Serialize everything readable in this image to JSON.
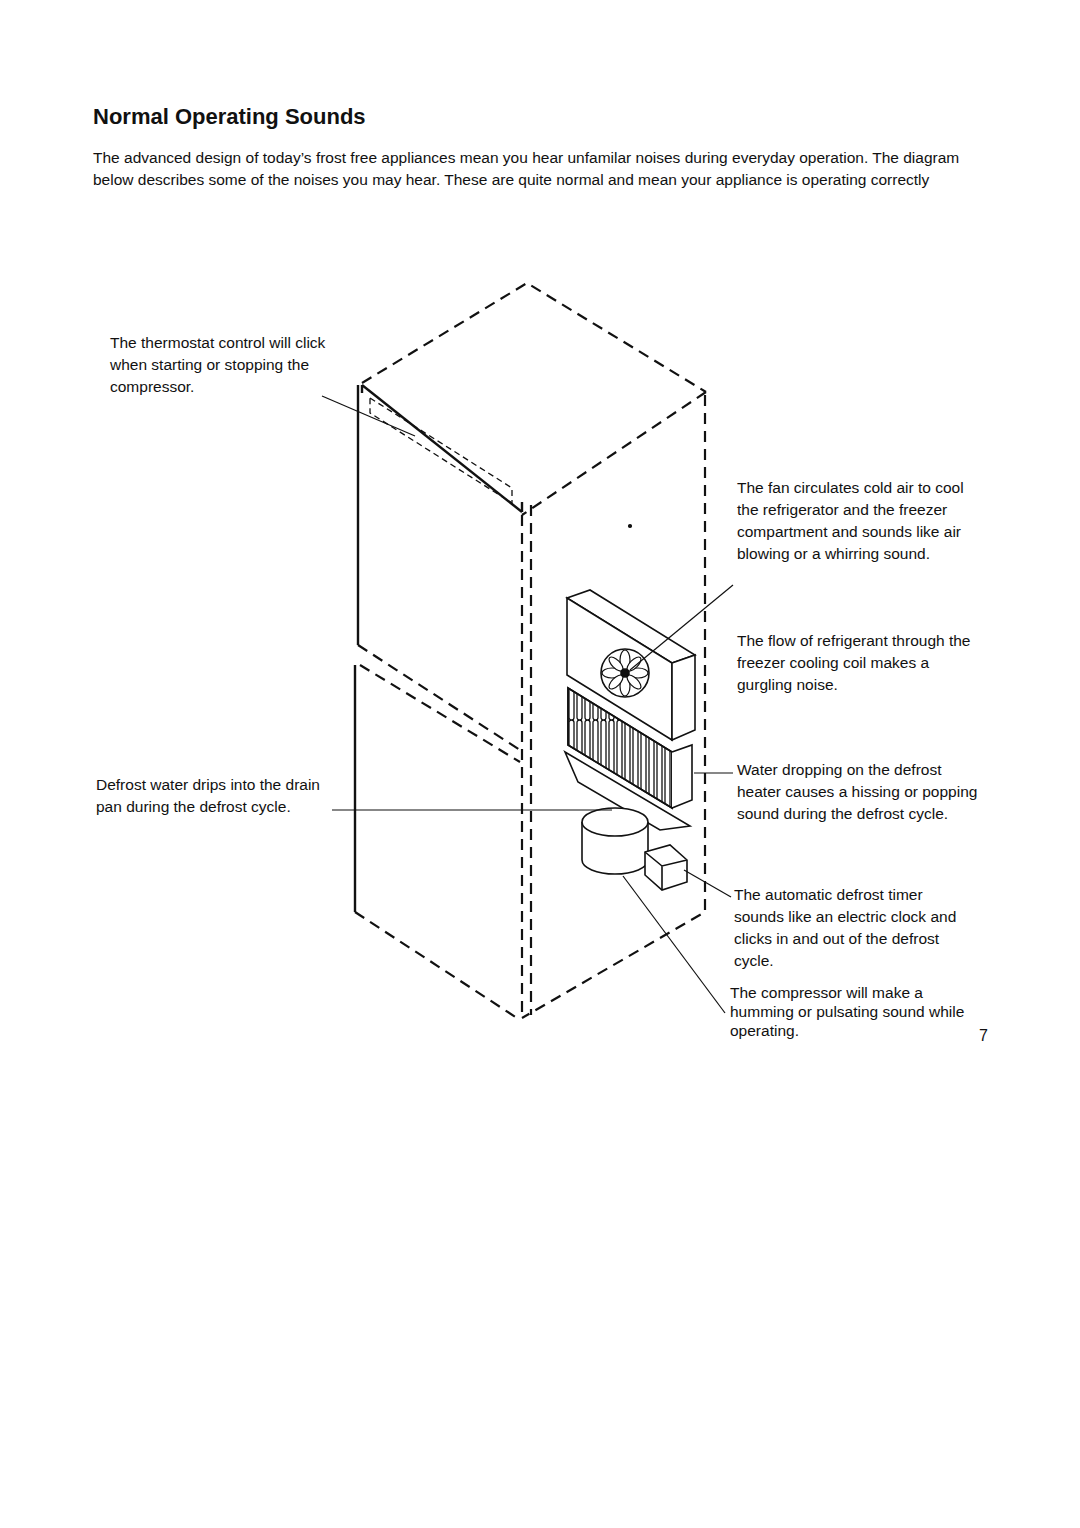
{
  "diagram": {
    "title": "Normal Operating Sounds",
    "labels": [
      "The advanced design of today’s frost free appliances mean you hear unfamilar noises during everyday operation. The diagram below describes some of the noises you may hear. These are quite normal and mean your appliance is operating correctly",
      "The thermostat control will click when starting or stopping the compressor.",
      "The fan circulates cold air to cool the refrigerator and the freezer compartment and sounds like air blowing or a whirring sound.",
      "The flow of refrigerant through the freezer cooling coil makes a gurgling noise.",
      "Defrost water drips into the drain pan during the defrost cycle.",
      "Water dropping on the defrost heater causes a hissing or popping sound during the defrost cycle.",
      "The automatic defrost timer sounds like an electric clock and clicks in and out of the defrost cycle.",
      "The compressor will make a humming or pulsating sound while operating.",
      "7"
    ]
  }
}
